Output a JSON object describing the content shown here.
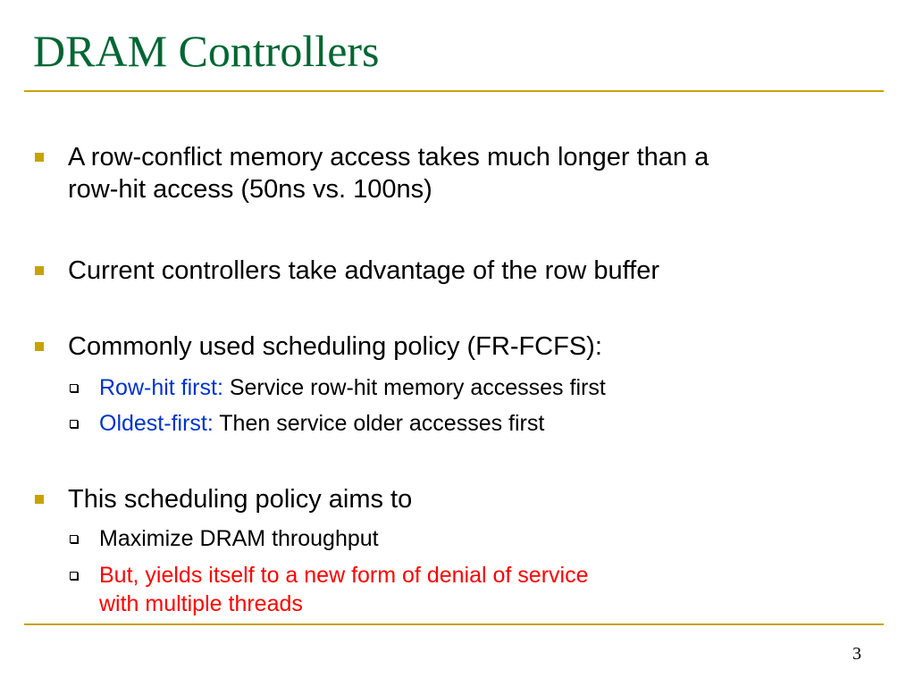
{
  "slide": {
    "title": "DRAM Controllers",
    "page_number": "3"
  },
  "colors": {
    "title": "#006633",
    "rule": "#c8a200",
    "bullet_marker": "#c8a200",
    "highlight_blue": "#0033cc",
    "highlight_red": "#ff0000",
    "body_text": "#000000"
  },
  "icons": {
    "level1_marker": "filled-square-bullet-icon",
    "level2_marker": "hollow-square-bullet-icon"
  },
  "bullets": [
    {
      "lines": [
        "A row-conflict memory access takes much longer than a",
        "row-hit access (50ns vs. 100ns)"
      ]
    },
    {
      "text": "Current controllers take advantage of the row buffer"
    },
    {
      "text": "Commonly used scheduling policy (FR-FCFS):",
      "sub": [
        {
          "label": "Row-hit first:",
          "text": " Service row-hit memory accesses first"
        },
        {
          "label": "Oldest-first:",
          "text": " Then service older accesses first"
        }
      ]
    },
    {
      "text": "This scheduling policy aims to",
      "sub": [
        {
          "text": "Maximize DRAM throughput"
        },
        {
          "lines": [
            "But, yields itself to a new form of denial of service",
            "with multiple threads"
          ]
        }
      ]
    }
  ]
}
